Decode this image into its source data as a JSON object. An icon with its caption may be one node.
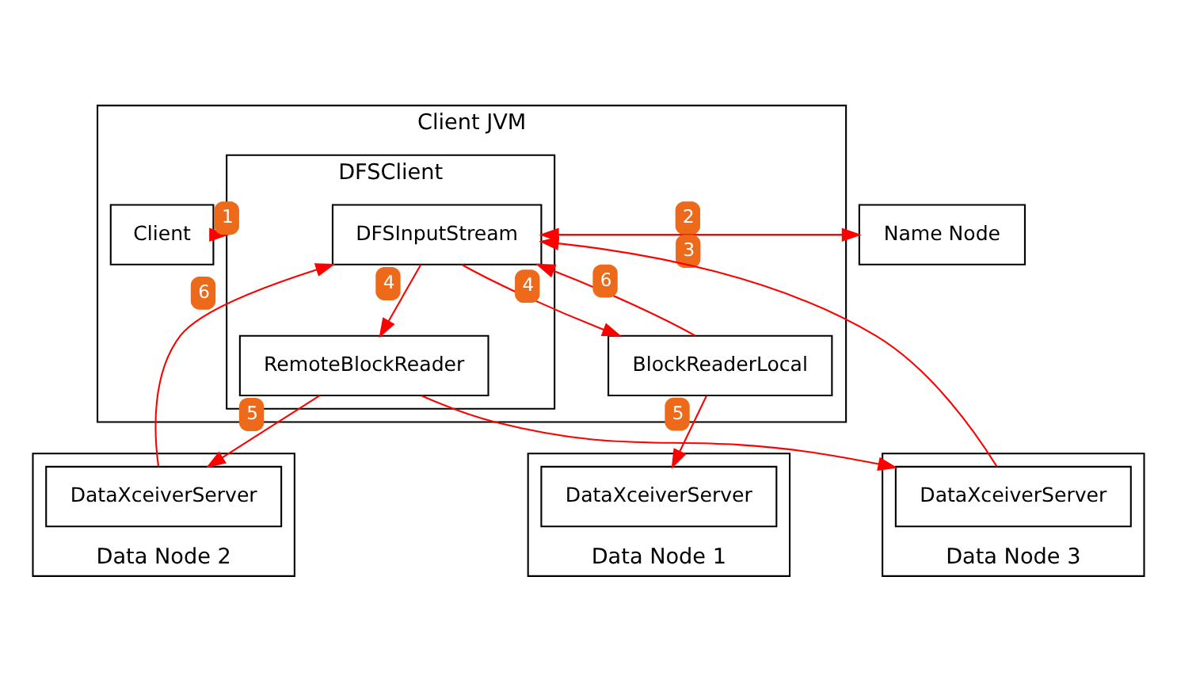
{
  "diagram": {
    "nodes": [
      {
        "text": [
          "Client JVM"
        ]
      },
      {
        "text": [
          "Client"
        ],
        "in": 0
      },
      {
        "text": [
          "DFSClient"
        ],
        "in": 0
      },
      {
        "text": [
          "DFSInputStream"
        ],
        "in": 2
      },
      {
        "text": [
          "RemoteBlockReader"
        ],
        "in": 2
      },
      {
        "text": [
          "BlockReaderLocal"
        ],
        "in": 0
      },
      {
        "text": [
          "Name Node"
        ]
      },
      {
        "text": [
          "Data Node 1"
        ]
      },
      {
        "text": [
          "DataXceiverServer"
        ],
        "in": 7
      },
      {
        "text": [
          "Data Node 2"
        ]
      },
      {
        "text": [
          "DataXceiverServer"
        ],
        "in": 9
      },
      {
        "text": [
          "Data Node 3"
        ]
      },
      {
        "text": [
          "DataXceiverServer"
        ],
        "in": 11
      }
    ],
    "edges": [
      {
        "from": 1,
        "to": 2,
        "arrow": "to",
        "label": "1"
      },
      {
        "from": 3,
        "to": 6,
        "arrow": "to",
        "label": "2"
      },
      {
        "from": 6,
        "to": 3,
        "arrow": "to",
        "label": "3"
      },
      {
        "from": 3,
        "to": 5,
        "arrow": "to",
        "label": "4"
      },
      {
        "from": 5,
        "to": 3,
        "arrow": "to",
        "label": "6"
      },
      {
        "from": 3,
        "to": 4,
        "arrow": "to",
        "label": "4"
      },
      {
        "from": 5,
        "to": 8,
        "arrow": "to",
        "label": "5"
      },
      {
        "from": 4,
        "to": 10,
        "arrow": "to",
        "label": "5"
      },
      {
        "from": 4,
        "to": 12,
        "arrow": "to"
      },
      {
        "from": 10,
        "to": 3,
        "arrow": "to",
        "label": "6"
      },
      {
        "from": 12,
        "to": 3,
        "arrow": "to"
      }
    ]
  }
}
